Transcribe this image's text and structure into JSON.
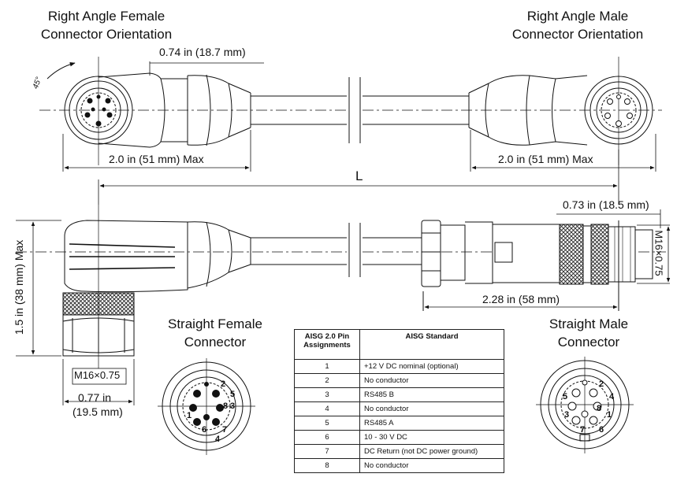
{
  "titles": {
    "ra_female": [
      "Right Angle Female",
      "Connector Orientation"
    ],
    "ra_male": [
      "Right Angle Male",
      "Connector Orientation"
    ],
    "straight_female": [
      "Straight Female",
      "Connector"
    ],
    "straight_male": [
      "Straight Male",
      "Connector"
    ]
  },
  "dims": {
    "top_head_width": "0.74 in (18.7 mm)",
    "left_max": "2.0 in (51 mm) Max",
    "right_max": "2.0 in (51 mm) Max",
    "length": "L",
    "male_head": "0.73 in (18.5 mm)",
    "height_max": "1.5 in (38 mm) Max",
    "male_length": "2.28 in (58 mm)",
    "thread_female": "M16×0.75",
    "thread_male": "M16×0.75",
    "nut_width_in": "0.77 in",
    "nut_width_mm": "(19.5 mm)",
    "angle": "45°"
  },
  "table": {
    "headers": [
      "AISG 2.0 Pin Assignments",
      "AISG Standard"
    ],
    "rows": [
      {
        "pin": "1",
        "desc": "+12 V DC nominal (optional)"
      },
      {
        "pin": "2",
        "desc": "No conductor"
      },
      {
        "pin": "3",
        "desc": "RS485 B"
      },
      {
        "pin": "4",
        "desc": "No conductor"
      },
      {
        "pin": "5",
        "desc": "RS485 A"
      },
      {
        "pin": "6",
        "desc": "10 - 30 V DC"
      },
      {
        "pin": "7",
        "desc": "DC Return (not DC power ground)"
      },
      {
        "pin": "8",
        "desc": "No conductor"
      }
    ]
  },
  "pin_labels": [
    "1",
    "2",
    "3",
    "4",
    "5",
    "6",
    "7",
    "8"
  ]
}
